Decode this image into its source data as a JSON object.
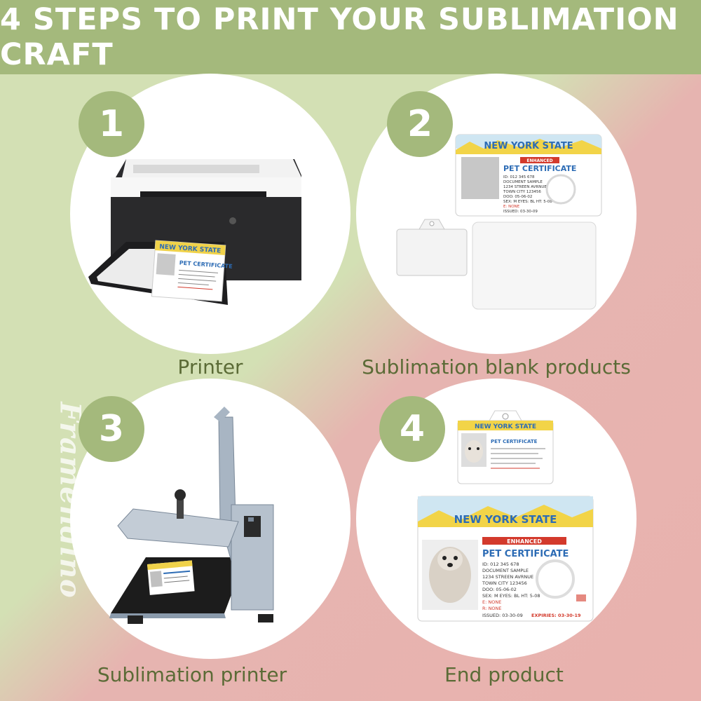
{
  "header": {
    "title": "4 STEPS TO PRINT YOUR SUBLIMATION CRAFT"
  },
  "watermark": "Framendino",
  "steps": [
    {
      "number": "1",
      "label": "Printer"
    },
    {
      "number": "2",
      "label": "Sublimation blank products"
    },
    {
      "number": "3",
      "label": "Sublimation printer"
    },
    {
      "number": "4",
      "label": "End product"
    }
  ],
  "card": {
    "state": "NEW YORK STATE",
    "badge": "ENHANCED",
    "title": "PET CERTIFICATE",
    "id": "ID: 012 345 678",
    "doc": "DOCUMENT SAMPLE",
    "street": "1234 STREEN AVRNUE",
    "town": "TOWN CITY 123456",
    "dob": "DOO: 05-06-02",
    "sex": "SEX: M   EYES: BL   HT: 5-08",
    "e": "E: NONE",
    "r": "R: NONE",
    "issued": "ISSUED: 03-30-09",
    "expires": "EXPIRIES: 03-30-19"
  },
  "colors": {
    "header": "#a4b97c",
    "label": "#5b6b36",
    "accent_red": "#d33a2c",
    "card_blue": "#2d6cb5"
  }
}
